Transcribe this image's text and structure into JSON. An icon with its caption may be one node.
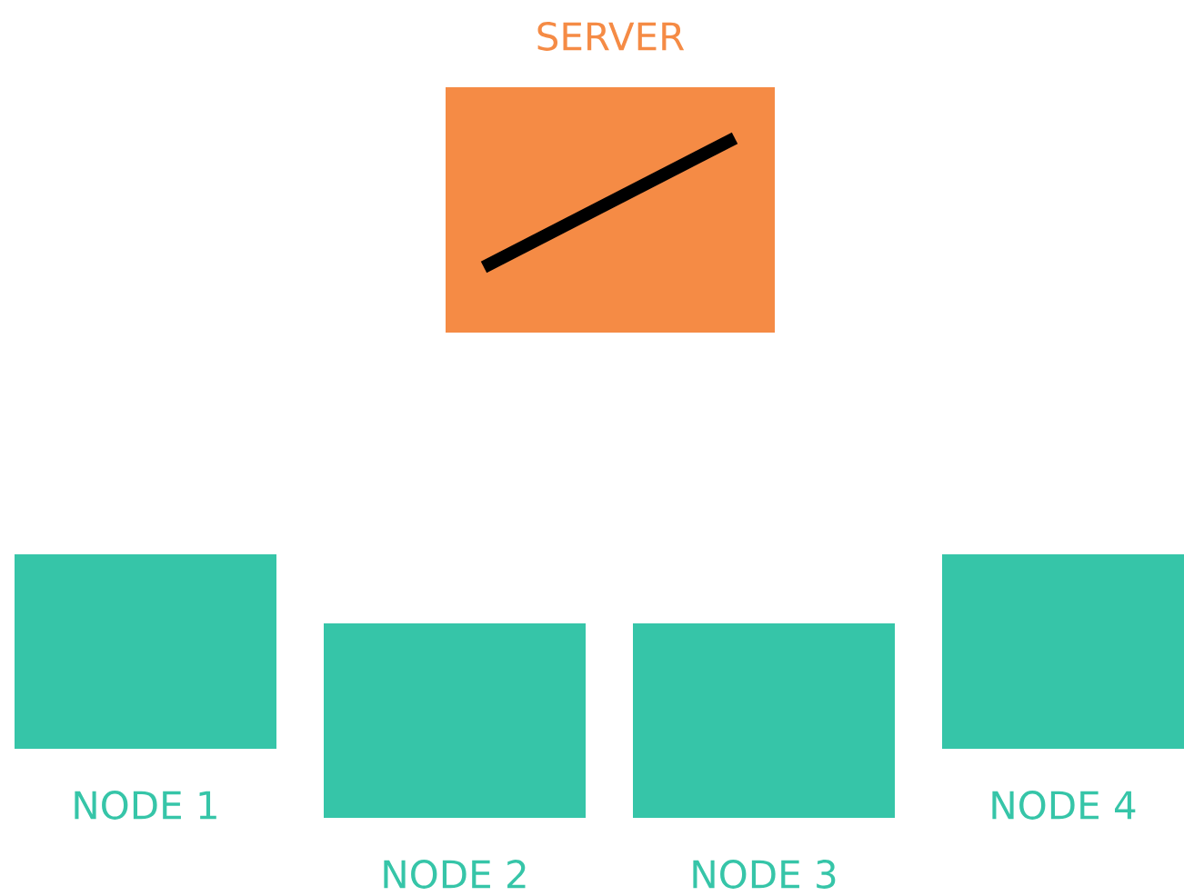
{
  "diagram": {
    "nodes": [
      {
        "text": [
          "SERVER"
        ]
      },
      {
        "text": [
          "NODE 1"
        ]
      },
      {
        "text": [
          "NODE 2"
        ]
      },
      {
        "text": [
          "NODE 3"
        ]
      },
      {
        "text": [
          "NODE 4"
        ]
      }
    ]
  }
}
